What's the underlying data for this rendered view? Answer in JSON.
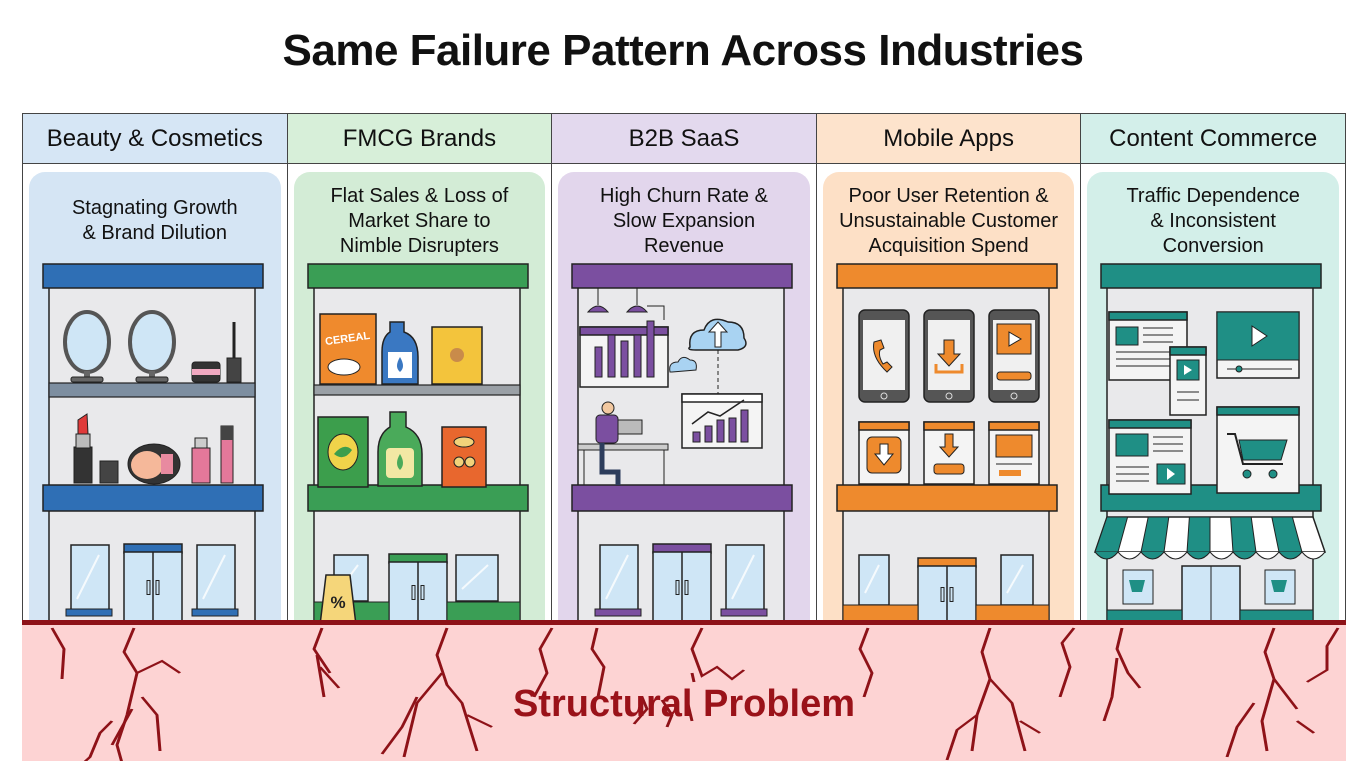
{
  "title": "Same Failure Pattern Across Industries",
  "columns": [
    {
      "id": "beauty",
      "header": "Beauty & Cosmetics",
      "problem": [
        "Stagnating Growth",
        "& Brand Dilution"
      ],
      "icon": "beauty-store-icon",
      "header_bg": "#d6e6f5",
      "card_bg": "#d5e5f4",
      "accent": "#2f6fb5"
    },
    {
      "id": "fmcg",
      "header": "FMCG Brands",
      "problem": [
        "Flat Sales & Loss of",
        "Market Share to",
        "Nimble Disrupters"
      ],
      "icon": "grocery-store-icon",
      "header_bg": "#d7efd9",
      "card_bg": "#d3ecd6",
      "accent": "#3a9e55"
    },
    {
      "id": "saas",
      "header": "B2B SaaS",
      "problem": [
        "High Churn Rate &",
        "Slow Expansion",
        "Revenue"
      ],
      "icon": "saas-office-icon",
      "header_bg": "#e3d9ee",
      "card_bg": "#e2d6ec",
      "accent": "#7b4fa0"
    },
    {
      "id": "mobile",
      "header": "Mobile Apps",
      "problem": [
        "Poor User Retention &",
        "Unsustainable Customer",
        "Acquisition Spend"
      ],
      "icon": "mobile-apps-store-icon",
      "header_bg": "#fde3cc",
      "card_bg": "#fde0c6",
      "accent": "#ee8a2d"
    },
    {
      "id": "content",
      "header": "Content Commerce",
      "problem": [
        "Traffic Dependence",
        "& Inconsistent",
        "Conversion"
      ],
      "icon": "content-commerce-store-icon",
      "header_bg": "#d3efea",
      "card_bg": "#d3efe9",
      "accent": "#1f8f85"
    }
  ],
  "foundation": {
    "label": "Structural Problem",
    "bg": "#fdd3d3",
    "crack_color": "#8e1218"
  },
  "labels": {
    "cereal": "CEREAL",
    "percent": "%"
  }
}
